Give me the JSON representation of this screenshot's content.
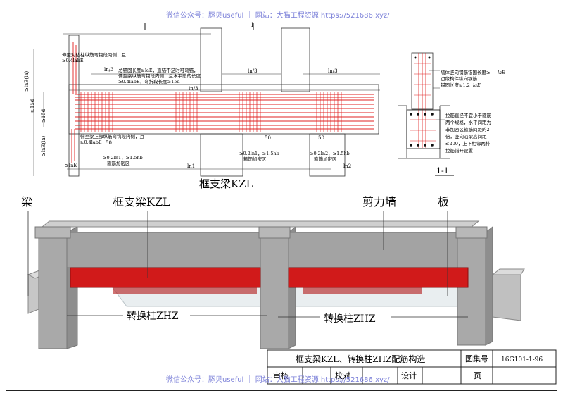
{
  "watermark_top": "微信公众号：豚贝useful ｜ 网站：大猫工程资源 https://521686.xyz/",
  "watermark_bottom": "微信公众号：豚贝useful ｜ 网站：大猫工程资源 https://521686.xyz/",
  "detail": {
    "section_mark": "1",
    "ln_third_a": "ln/3",
    "ln_third_b": "ln/3",
    "ln_third_c": "ln/3",
    "ln_third_d": "ln/3",
    "ln1": "ln1",
    "ln2": "ln2",
    "ann_top_left_1": "伸至对边柱纵筋弯钩段内侧，且",
    "ann_top_left_2": "≥0.4labE",
    "ann_mid_1": "总锚固长度≥laE，直锚不足时可弯锚，",
    "ann_mid_2": "伸至梁纵筋弯钩段内侧，且水平段的长度",
    "ann_mid_3": "≥0.4labE，弯折段长度≥15d",
    "ann_low_1": "伸至梁上部纵筋弯钩段内侧，且",
    "ann_low_2": "≥0.4labE",
    "dim_50_a": "50",
    "dim_50_b": "50",
    "dim_50_c": "50",
    "dense_zone_1a": "≥0.2ln1，≥1.5hb",
    "dense_zone_1b": "箍筋加密区",
    "dense_zone_2a": "≥0.2ln1，≥1.5hb",
    "dense_zone_2b": "箍筋加密区",
    "dense_zone_3a": "≥0.2ln2，≥1.5hb",
    "dense_zone_3b": "箍筋加密区",
    "vert_lae_1": "≥laE(la)",
    "vert_15d_1": "≥15d",
    "vert_15d_2": "≥15d",
    "vert_lae_2": "≥laE(la)",
    "bottom_lae": "≥laE",
    "caption": "框支梁KZL"
  },
  "section": {
    "note_wall_1": "墙体竖向钢筋锚固长度≥",
    "note_wall_1b": "laE",
    "note_wall_2": "边缘构件纵向钢筋",
    "note_wall_3": "锚固长度≥1.2",
    "note_wall_3b": "laE",
    "note_tie_1": "拉筋直径不宜小于箍筋",
    "note_tie_2": "两个规格，水平间距为",
    "note_tie_3": "非加密区箍筋间距的2",
    "note_tie_4": "倍，竖向沿梁高间距",
    "note_tie_5": "≤200，上下相邻两排",
    "note_tie_6": "拉筋错开设置",
    "title": "1-1"
  },
  "model": {
    "label_beam": "梁",
    "label_kzl": "框支梁KZL",
    "label_wall": "剪力墙",
    "label_slab": "板",
    "label_zhz_1": "转换柱ZHZ",
    "label_zhz_2": "转换柱ZHZ",
    "colors": {
      "beam_red": "#d11a1a",
      "concrete": "#9b9b9b"
    }
  },
  "title_block": {
    "drawing_title": "框支梁KZL、转换柱ZHZ配筋构造",
    "atlas_label": "图集号",
    "atlas_no": "16G101-1-96",
    "review": "审核",
    "check": "校对",
    "design": "设计",
    "page_label": "页"
  }
}
